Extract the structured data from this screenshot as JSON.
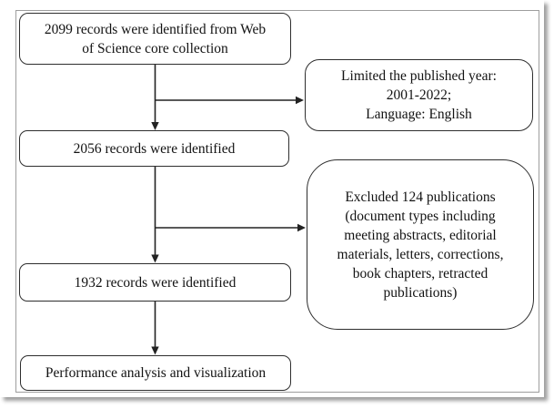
{
  "figure": {
    "type": "flowchart",
    "title_implicit": "Record screening flow from Web of Science",
    "colors": {
      "background": "#ffffff",
      "box_border": "#2e2e2e",
      "text": "#121212",
      "connector": "#222222",
      "frame_border": "#9e9e9e"
    },
    "nodes": {
      "identified": {
        "lines": [
          "2099 records were identified from Web",
          "of Science core collection"
        ]
      },
      "limit_note": {
        "lines": [
          "Limited the published year:",
          "2001-2022;",
          "Language: English"
        ]
      },
      "after_limit": {
        "label": "2056 records were identified"
      },
      "excluded_note": {
        "lines": [
          "Excluded 124 publications",
          "(document types including",
          "meeting abstracts, editorial",
          "materials, letters, corrections,",
          "book chapters, retracted",
          "publications)"
        ]
      },
      "after_exclusion": {
        "label": "1932 records were identified"
      },
      "analysis": {
        "label": "Performance analysis and visualization"
      }
    },
    "flow": [
      "identified -> after_limit (branch: limit_note)",
      "after_limit -> after_exclusion (branch: excluded_note)",
      "after_exclusion -> analysis"
    ]
  }
}
